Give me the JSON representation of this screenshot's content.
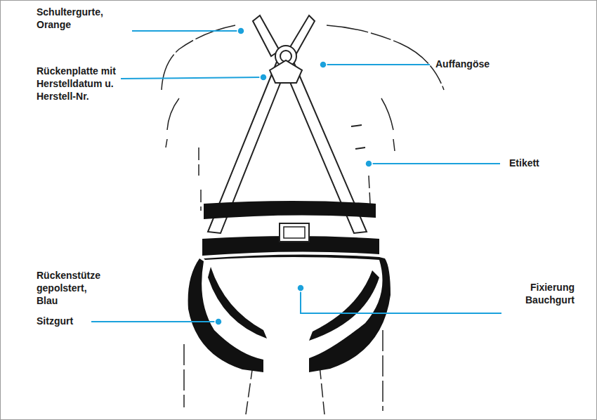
{
  "diagram": {
    "labels": [
      "Schultergurte, Orange",
      "Auffangöse",
      "Rückenplatte mit Herstelldatum u. Herstell-Nr.",
      "Etikett",
      "Rückenstütze gepolstert, Blau",
      "Fixierung Bauchgurt",
      "Sitzgurt"
    ]
  }
}
